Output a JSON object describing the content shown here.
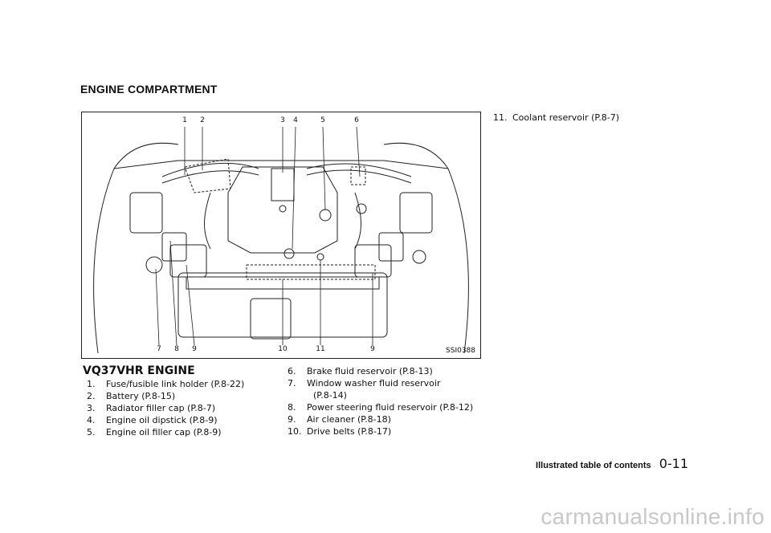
{
  "section_title": "ENGINE COMPARTMENT",
  "figure": {
    "code": "SSI0388",
    "callouts_top": [
      "1",
      "2",
      "3",
      "4",
      "5",
      "6"
    ],
    "callouts_bottom": [
      "7",
      "8",
      "9",
      "10",
      "11",
      "9"
    ]
  },
  "engine_heading": "VQ37VHR ENGINE",
  "items": [
    {
      "num": "1.",
      "text": "Fuse/fusible link holder (P.8-22)"
    },
    {
      "num": "2.",
      "text": "Battery (P.8-15)"
    },
    {
      "num": "3.",
      "text": "Radiator filler cap (P.8-7)"
    },
    {
      "num": "4.",
      "text": "Engine oil dipstick (P.8-9)"
    },
    {
      "num": "5.",
      "text": "Engine oil filler cap (P.8-9)"
    },
    {
      "num": "6.",
      "text": "Brake fluid reservoir (P.8-13)"
    },
    {
      "num": "7.",
      "text": "Window washer fluid reservoir",
      "cont": "(P.8-14)"
    },
    {
      "num": "8.",
      "text": "Power steering fluid reservoir (P.8-12)"
    },
    {
      "num": "9.",
      "text": "Air cleaner (P.8-18)"
    },
    {
      "num": "10.",
      "text": "Drive belts (P.8-17)"
    },
    {
      "num": "11.",
      "text": "Coolant reservoir (P.8-7)"
    }
  ],
  "footer": {
    "section": "Illustrated table of contents",
    "page": "0-11"
  },
  "watermark": "carmanualsonline.info"
}
